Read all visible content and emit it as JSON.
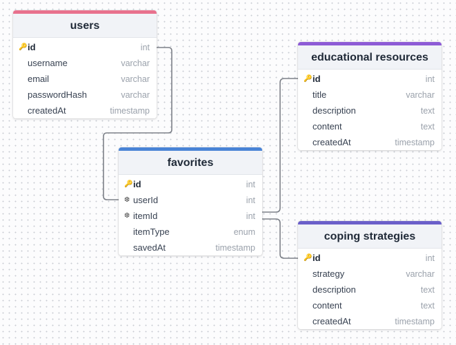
{
  "tables": {
    "users": {
      "name": "users",
      "color": "#e8718d",
      "fields": [
        {
          "name": "id",
          "type": "int",
          "icon": "key-icon"
        },
        {
          "name": "username",
          "type": "varchar"
        },
        {
          "name": "email",
          "type": "varchar"
        },
        {
          "name": "passwordHash",
          "type": "varchar"
        },
        {
          "name": "createdAt",
          "type": "timestamp"
        }
      ]
    },
    "favorites": {
      "name": "favorites",
      "color": "#4a84d6",
      "fields": [
        {
          "name": "id",
          "type": "int",
          "icon": "key-icon"
        },
        {
          "name": "userId",
          "type": "int",
          "icon": "foreign-key-icon"
        },
        {
          "name": "itemId",
          "type": "int",
          "icon": "foreign-key-icon"
        },
        {
          "name": "itemType",
          "type": "enum"
        },
        {
          "name": "savedAt",
          "type": "timestamp"
        }
      ]
    },
    "educational_resources": {
      "name": "educational resources",
      "color": "#8d5bd6",
      "fields": [
        {
          "name": "id",
          "type": "int",
          "icon": "key-icon"
        },
        {
          "name": "title",
          "type": "varchar"
        },
        {
          "name": "description",
          "type": "text"
        },
        {
          "name": "content",
          "type": "text"
        },
        {
          "name": "createdAt",
          "type": "timestamp"
        }
      ]
    },
    "coping_strategies": {
      "name": "coping strategies",
      "color": "#6a5fc9",
      "fields": [
        {
          "name": "id",
          "type": "int",
          "icon": "key-icon"
        },
        {
          "name": "strategy",
          "type": "varchar"
        },
        {
          "name": "description",
          "type": "text"
        },
        {
          "name": "content",
          "type": "text"
        },
        {
          "name": "createdAt",
          "type": "timestamp"
        }
      ]
    }
  }
}
